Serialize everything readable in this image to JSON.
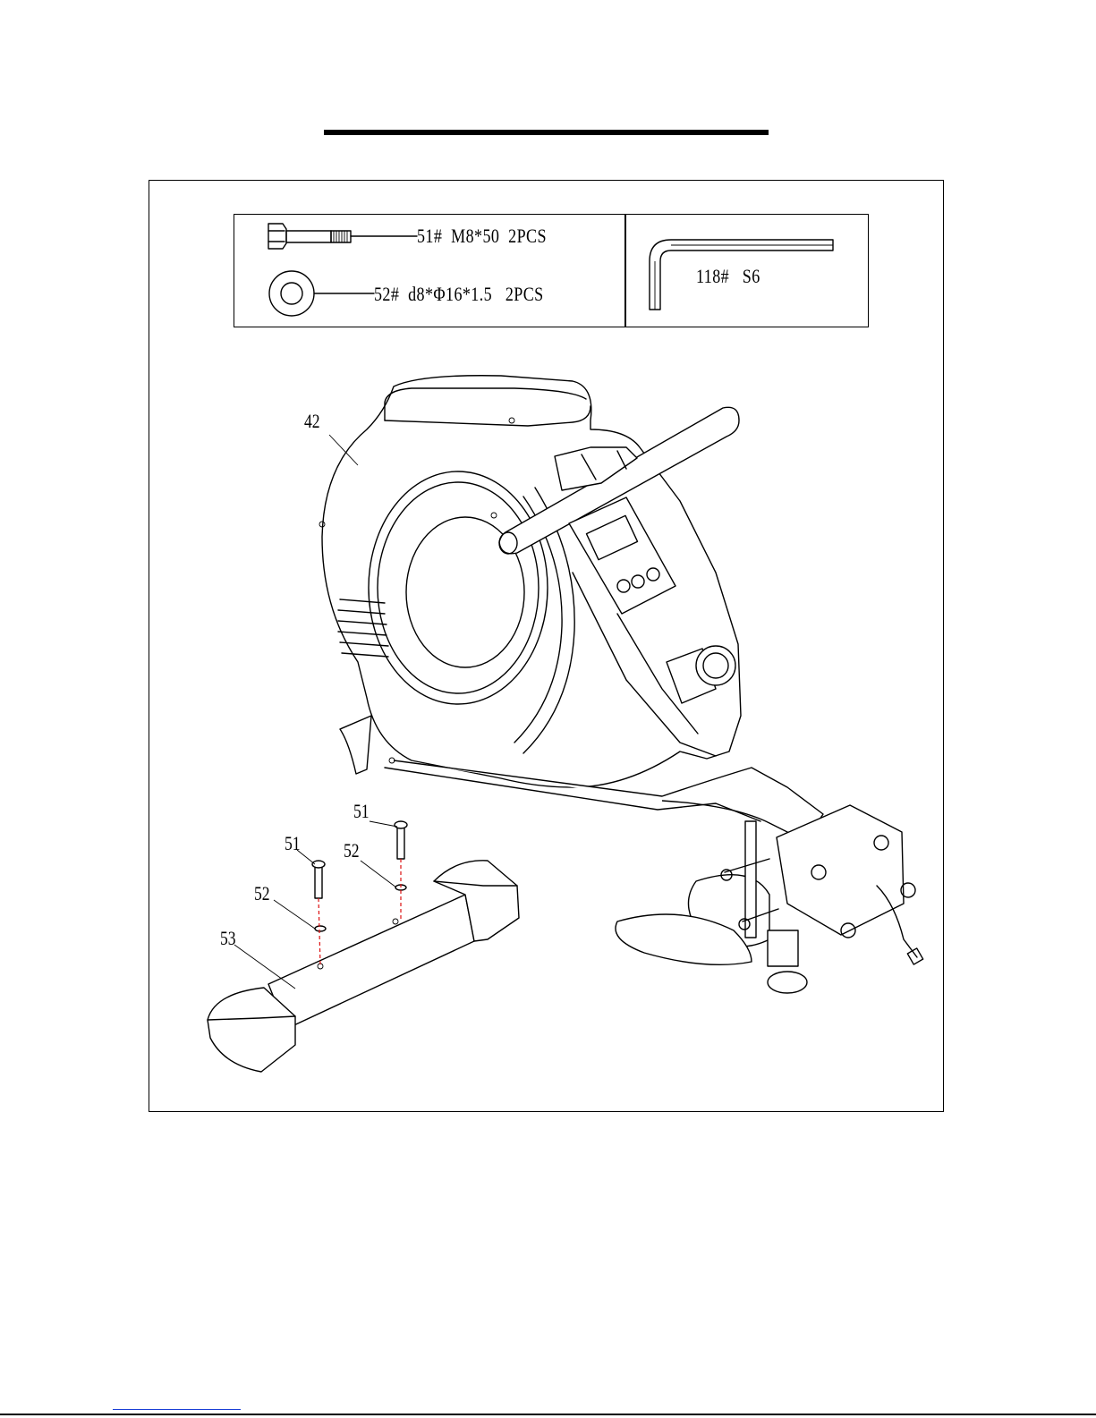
{
  "hardware": {
    "bolt": {
      "label": "51#  M8*50  2PCS",
      "icon": "hex-bolt-icon"
    },
    "washer": {
      "label": "52#  d8*Φ16*1.5   2PCS",
      "icon": "flat-washer-icon"
    },
    "wrench": {
      "label": "118#   S6",
      "icon": "allen-key-icon"
    }
  },
  "callouts": {
    "main_frame": "42",
    "bolt_right": "51",
    "bolt_left": "51",
    "washer_right": "52",
    "washer_left": "52",
    "front_stabilizer": "53"
  },
  "colors": {
    "ink": "#000000",
    "dash": "#d11111",
    "link": "#1a3fd6"
  }
}
